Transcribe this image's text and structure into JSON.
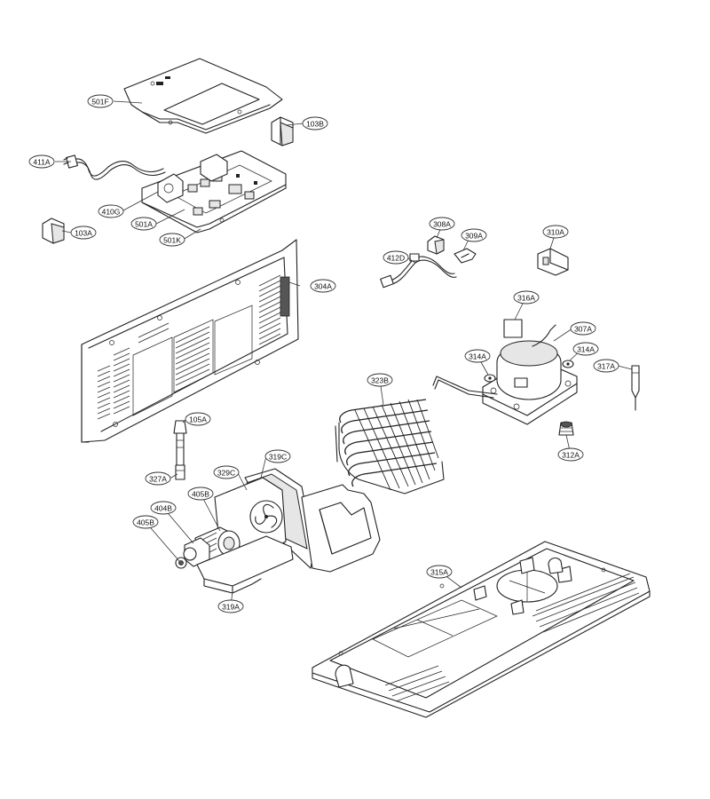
{
  "callouts": [
    {
      "id": "501F",
      "label": "501F"
    },
    {
      "id": "103B",
      "label": "103B"
    },
    {
      "id": "411A",
      "label": "411A"
    },
    {
      "id": "410G",
      "label": "410G"
    },
    {
      "id": "501A",
      "label": "501A"
    },
    {
      "id": "501K",
      "label": "501K"
    },
    {
      "id": "103A",
      "label": "103A"
    },
    {
      "id": "308A",
      "label": "308A"
    },
    {
      "id": "309A",
      "label": "309A"
    },
    {
      "id": "310A",
      "label": "310A"
    },
    {
      "id": "412D",
      "label": "412D"
    },
    {
      "id": "304A",
      "label": "304A"
    },
    {
      "id": "316A",
      "label": "316A"
    },
    {
      "id": "307A",
      "label": "307A"
    },
    {
      "id": "314A_left",
      "label": "314A"
    },
    {
      "id": "314A_right",
      "label": "314A"
    },
    {
      "id": "317A",
      "label": "317A"
    },
    {
      "id": "323B",
      "label": "323B"
    },
    {
      "id": "105A",
      "label": "105A"
    },
    {
      "id": "312A",
      "label": "312A"
    },
    {
      "id": "319C",
      "label": "319C"
    },
    {
      "id": "327A",
      "label": "327A"
    },
    {
      "id": "329C",
      "label": "329C"
    },
    {
      "id": "405B_top",
      "label": "405B"
    },
    {
      "id": "404B",
      "label": "404B"
    },
    {
      "id": "405B_left",
      "label": "405B"
    },
    {
      "id": "315A",
      "label": "315A"
    },
    {
      "id": "319A",
      "label": "319A"
    }
  ]
}
